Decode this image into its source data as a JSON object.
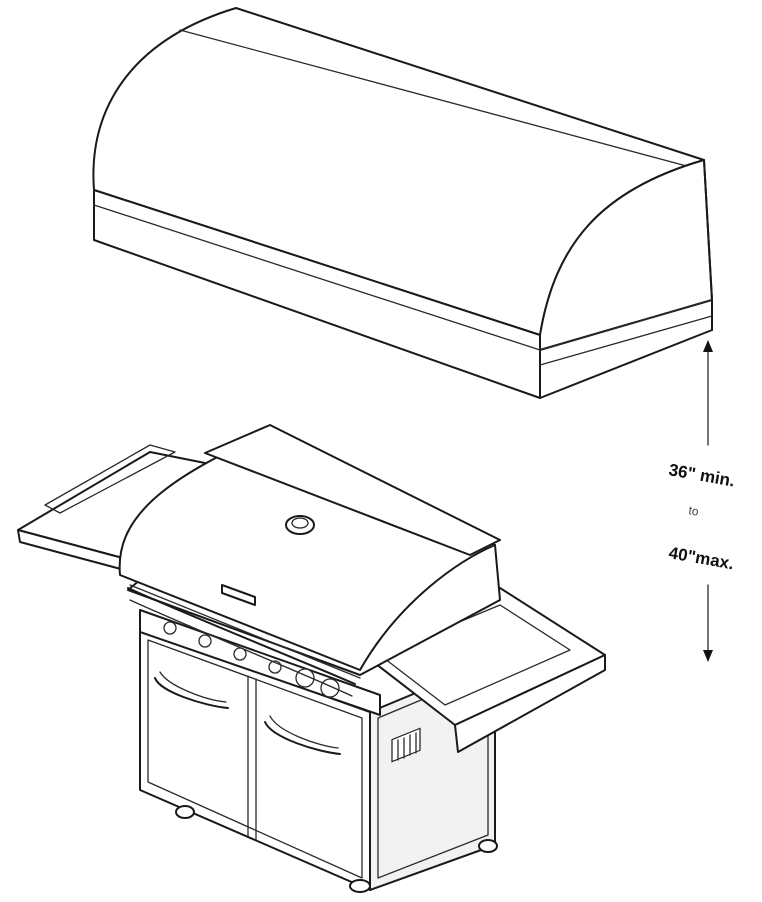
{
  "dimension": {
    "min_label": "36\" min.",
    "to_label": "to",
    "max_label": "40\"max."
  }
}
